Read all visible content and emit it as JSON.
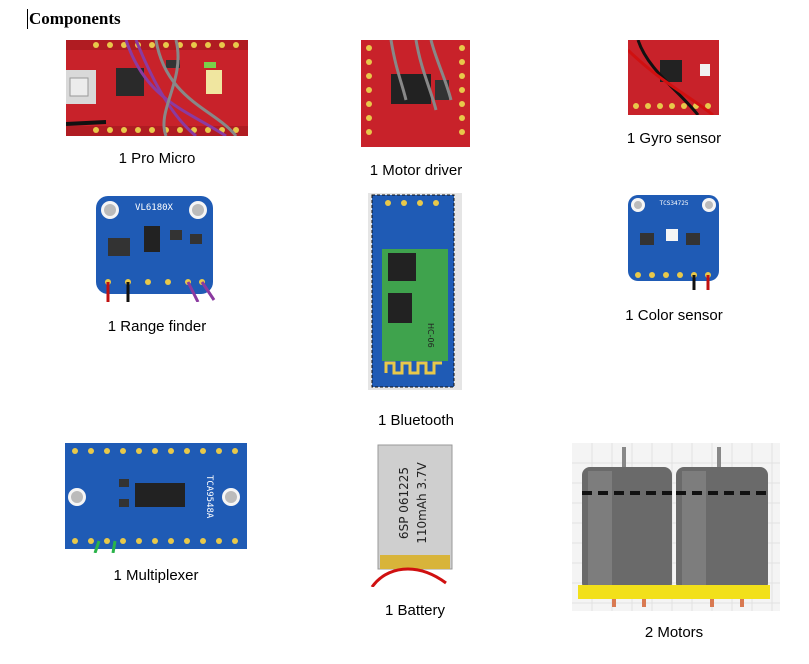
{
  "document": {
    "heading": "Components"
  },
  "components": [
    {
      "caption": "1 Pro Micro",
      "board_color": "#c8222a"
    },
    {
      "caption": "1 Motor driver",
      "board_color": "#c8222a"
    },
    {
      "caption": "1 Gyro sensor",
      "board_color": "#c8222a"
    },
    {
      "caption": "1 Range finder",
      "board_color": "#1f5bb5",
      "silkscreen": "VL6180X"
    },
    {
      "caption": "1 Bluetooth",
      "board_color": "#1f5bb5",
      "module_label": "HC-06"
    },
    {
      "caption": "1 Color sensor",
      "board_color": "#1f5bb5",
      "silkscreen": "TCS34725"
    },
    {
      "caption": "1 Multiplexer",
      "board_color": "#1f5bb5",
      "silkscreen": "TCA9548A"
    },
    {
      "caption": "1 Battery",
      "battery_label_1": "6SP 061225",
      "battery_label_2": "110mAh 3.7V"
    },
    {
      "caption": "2 Motors"
    }
  ]
}
